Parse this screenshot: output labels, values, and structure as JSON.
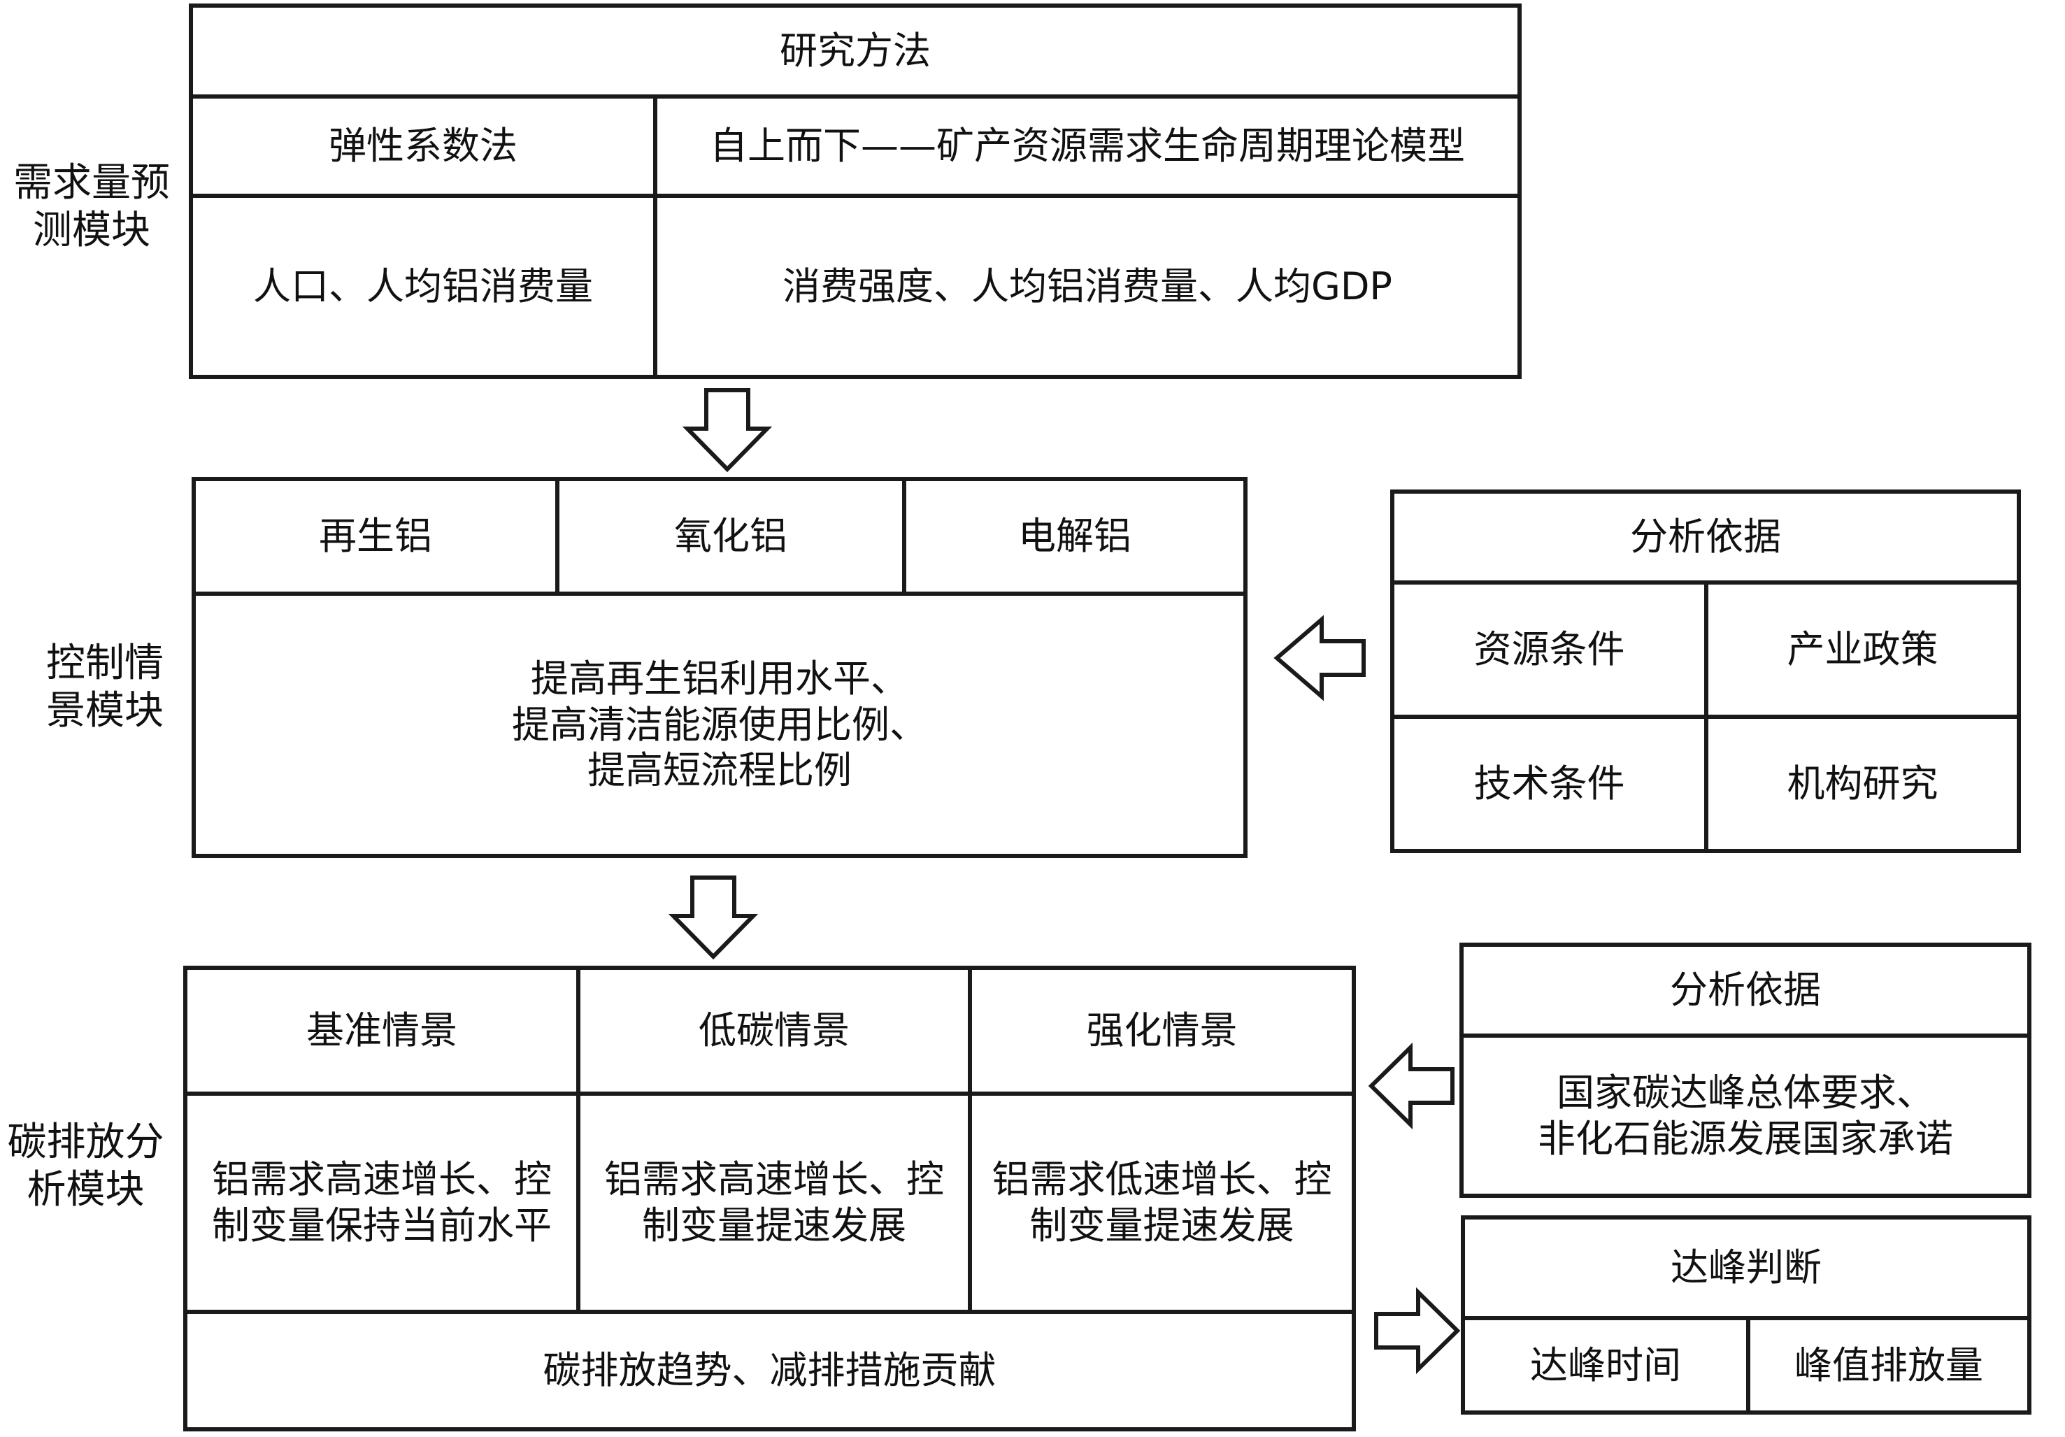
{
  "demand_module": {
    "label_line1": "需求量预",
    "label_line2": "测模块",
    "header": "研究方法",
    "method_left": "弹性系数法",
    "method_right": "自上而下——矿产资源需求生命周期理论模型",
    "vars_left": "人口、人均铝消费量",
    "vars_right": "消费强度、人均铝消费量、人均GDP"
  },
  "control_module": {
    "label_line1": "控制情",
    "label_line2": "景模块",
    "types": [
      "再生铝",
      "氧化铝",
      "电解铝"
    ],
    "measures": [
      "提高再生铝利用水平、",
      "提高清洁能源使用比例、",
      "提高短流程比例"
    ]
  },
  "basis_1": {
    "header": "分析依据",
    "items": [
      "资源条件",
      "产业政策",
      "技术条件",
      "机构研究"
    ]
  },
  "carbon_module": {
    "label_line1": "碳排放分",
    "label_line2": "析模块",
    "scenarios": [
      {
        "name": "基准情景",
        "line1": "铝需求高速增长、控",
        "line2": "制变量保持当前水平"
      },
      {
        "name": "低碳情景",
        "line1": "铝需求高速增长、控",
        "line2": "制变量提速发展"
      },
      {
        "name": "强化情景",
        "line1": "铝需求低速增长、控",
        "line2": "制变量提速发展"
      }
    ],
    "footer": "碳排放趋势、减排措施贡献"
  },
  "basis_2": {
    "header": "分析依据",
    "line1": "国家碳达峰总体要求、",
    "line2": "非化石能源发展国家承诺"
  },
  "peak": {
    "header": "达峰判断",
    "items": [
      "达峰时间",
      "峰值排放量"
    ]
  }
}
